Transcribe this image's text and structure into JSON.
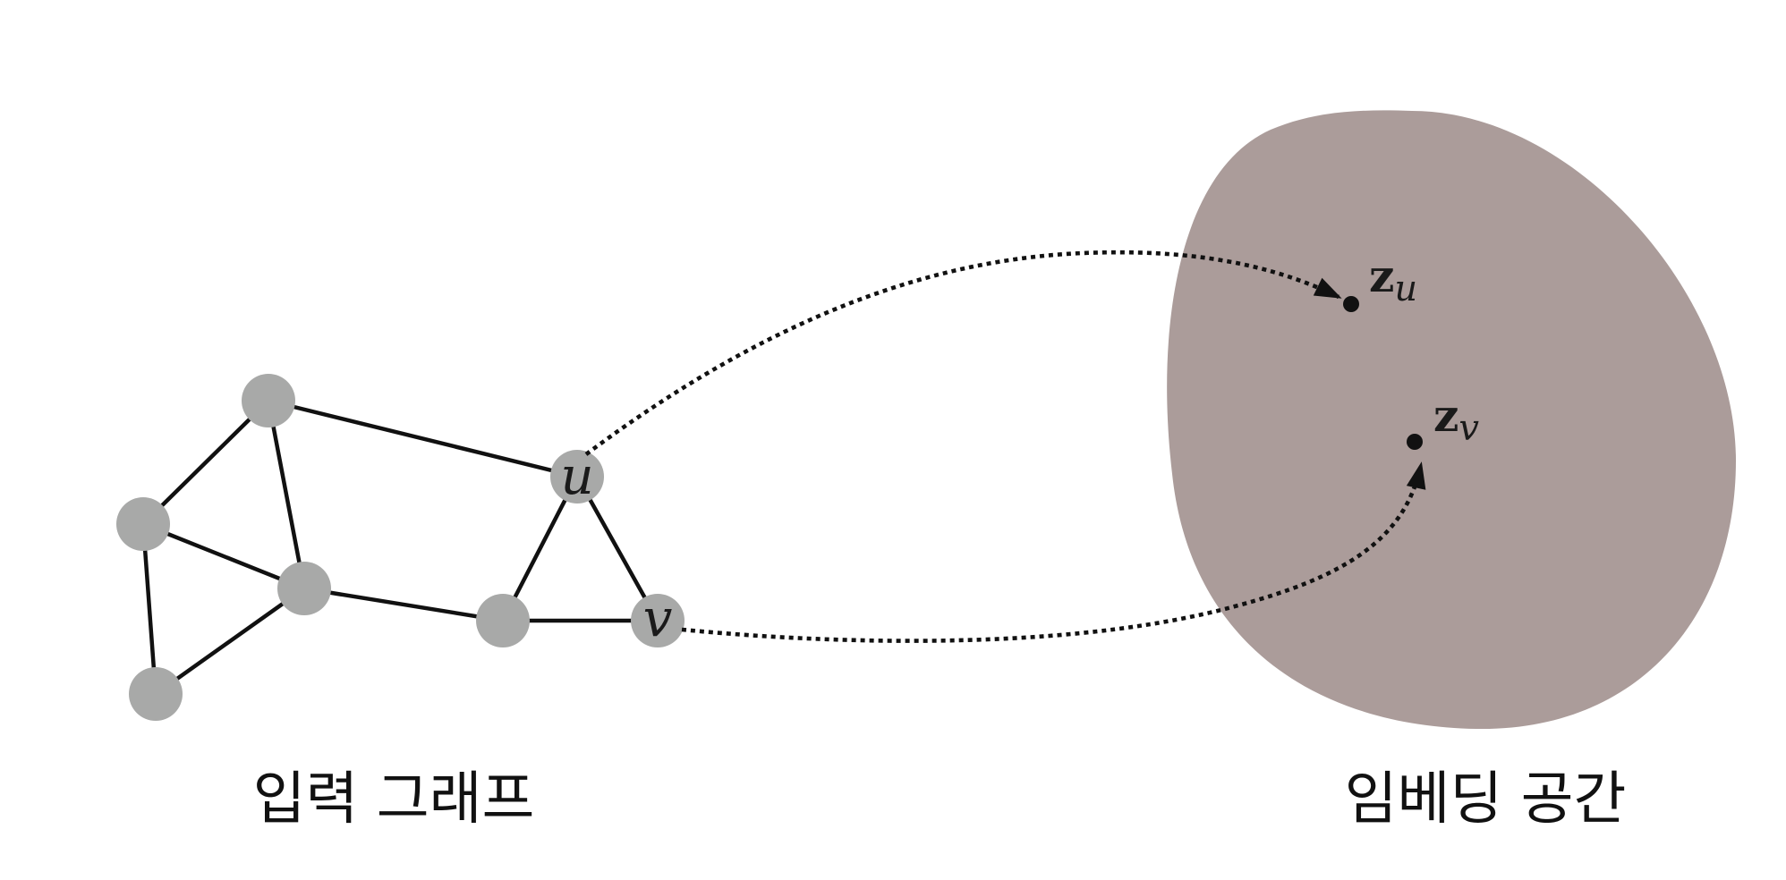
{
  "graph": {
    "caption": "입력 그래프",
    "node_u_label": "u",
    "node_v_label": "v"
  },
  "embedding": {
    "caption": "임베딩 공간",
    "region_color": "#ab9c9a",
    "zu_main": "z",
    "zu_sub": "u",
    "zv_main": "z",
    "zv_sub": "v"
  },
  "colors": {
    "node": "#a8a9a8",
    "edge": "#111111"
  }
}
